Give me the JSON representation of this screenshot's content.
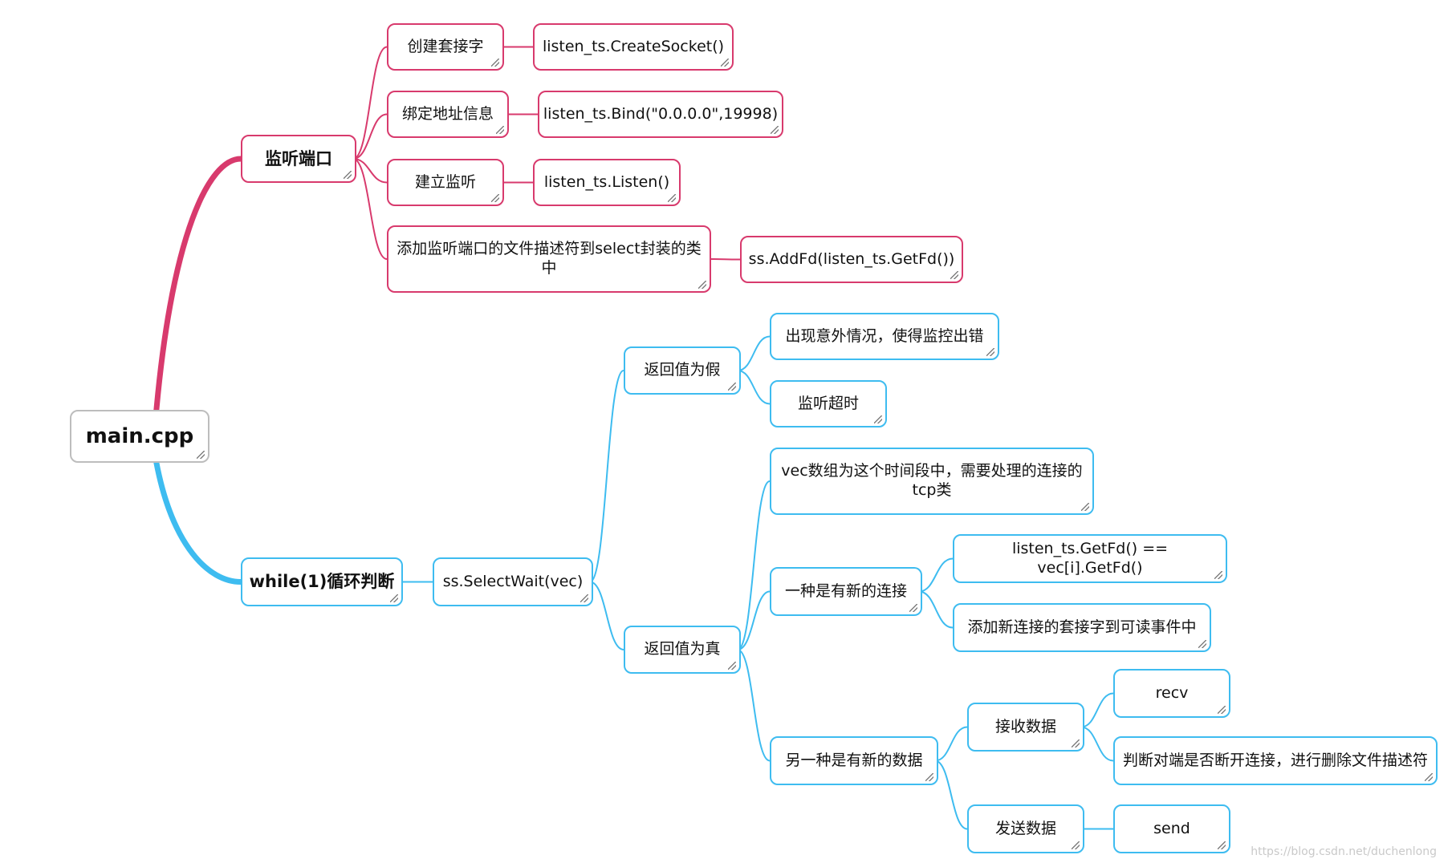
{
  "root": "main.cpp",
  "branch_listen": {
    "label": "监听端口",
    "items": [
      {
        "step": "创建套接字",
        "code": "listen_ts.CreateSocket()"
      },
      {
        "step": "绑定地址信息",
        "code": "listen_ts.Bind(\"0.0.0.0\",19998)"
      },
      {
        "step": "建立监听",
        "code": "listen_ts.Listen()"
      },
      {
        "step": "添加监听端口的文件描述符到select封装的类中",
        "code": "ss.AddFd(listen_ts.GetFd())"
      }
    ]
  },
  "branch_loop": {
    "label": "while(1)循环判断",
    "select": "ss.SelectWait(vec)",
    "false_branch": {
      "label": "返回值为假",
      "items": [
        "出现意外情况，使得监控出错",
        "监听超时"
      ]
    },
    "true_branch": {
      "label": "返回值为真",
      "vec_note": "vec数组为这个时间段中，需要处理的连接的tcp类",
      "new_conn": {
        "label": "一种是有新的连接",
        "items": [
          "listen_ts.GetFd() == vec[i].GetFd()",
          "添加新连接的套接字到可读事件中"
        ]
      },
      "new_data": {
        "label": "另一种是有新的数据",
        "recv": {
          "label": "接收数据",
          "items": [
            "recv",
            "判断对端是否断开连接，进行删除文件描述符"
          ]
        },
        "send": {
          "label": "发送数据",
          "items": [
            "send"
          ]
        }
      }
    }
  },
  "watermark": "https://blog.csdn.net/duchenlong",
  "colors": {
    "pink": "#d83a6d",
    "blue": "#3ebcf0",
    "root_border": "#bdbdbd"
  }
}
